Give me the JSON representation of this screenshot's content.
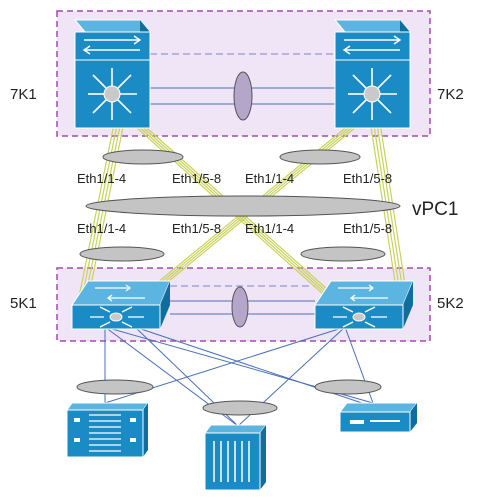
{
  "devices": {
    "top_left": "7K1",
    "top_right": "7K2",
    "bottom_left": "5K1",
    "bottom_right": "5K2"
  },
  "ports": {
    "upper_left_a": "Eth1/1-4",
    "upper_left_b": "Eth1/5-8",
    "upper_right_a": "Eth1/1-4",
    "upper_right_b": "Eth1/5-8",
    "lower_left_a": "Eth1/1-4",
    "lower_left_b": "Eth1/5-8",
    "lower_right_a": "Eth1/1-4",
    "lower_right_b": "Eth1/5-8"
  },
  "vpc_label": "vPC1",
  "colors": {
    "device_blue": "#1a8bc4",
    "pair_fill": "#f0e4f7",
    "pair_border": "#a24bb3",
    "link_green": "#c8d25a",
    "link_blue": "#4a6fb8",
    "ellipse_gray": "#c4c4c4",
    "peer_link": "#bdb3d0"
  },
  "icons": {
    "core_switch": "nexus-7000-icon",
    "access_switch": "nexus-5000-icon",
    "server_rack": "blade-server-icon",
    "server_tower": "tower-server-icon",
    "server_box": "appliance-server-icon"
  }
}
